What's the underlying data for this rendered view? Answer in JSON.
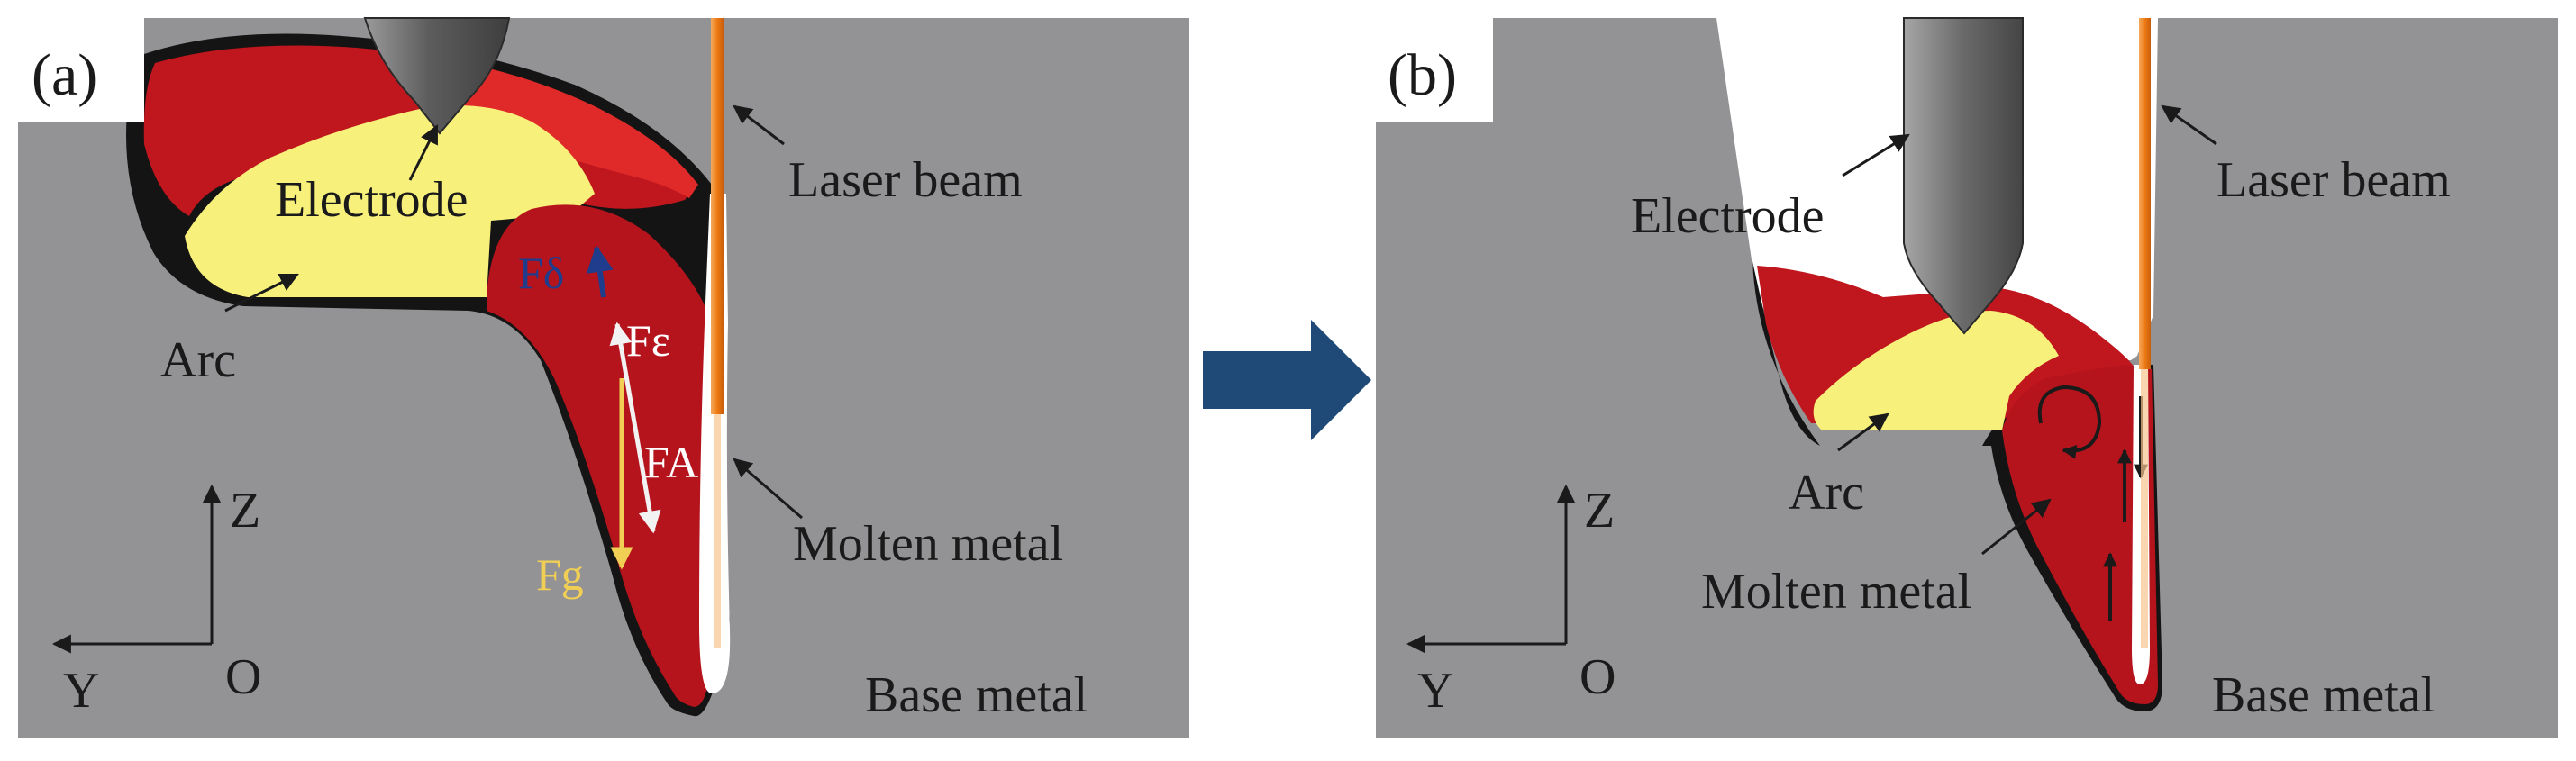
{
  "panel_a": {
    "tag": "(a)",
    "electrode": "Electrode",
    "laser_beam": "Laser beam",
    "arc": "Arc",
    "molten_metal": "Molten metal",
    "base_metal": "Base metal",
    "forces": {
      "f_delta": "Fδ",
      "f_epsilon": "Fε",
      "f_a": "FA",
      "f_g": "Fg"
    },
    "axes": {
      "z": "Z",
      "y": "Y",
      "o": "O"
    }
  },
  "panel_b": {
    "tag": "(b)",
    "electrode": "Electrode",
    "laser_beam": "Laser beam",
    "arc": "Arc",
    "molten_metal": "Molten metal",
    "base_metal": "Base metal",
    "axes": {
      "z": "Z",
      "y": "Y",
      "o": "O"
    }
  },
  "colors": {
    "base_metal": "#939396",
    "molten_metal": "#b5141c",
    "arc": "#f7f07a",
    "electrode": "#6e6e6e",
    "laser": "#ee7a14",
    "transition_arrow": "#1f4a77",
    "force_delta": "#1f3d8c",
    "force_g": "#f0cf54"
  }
}
